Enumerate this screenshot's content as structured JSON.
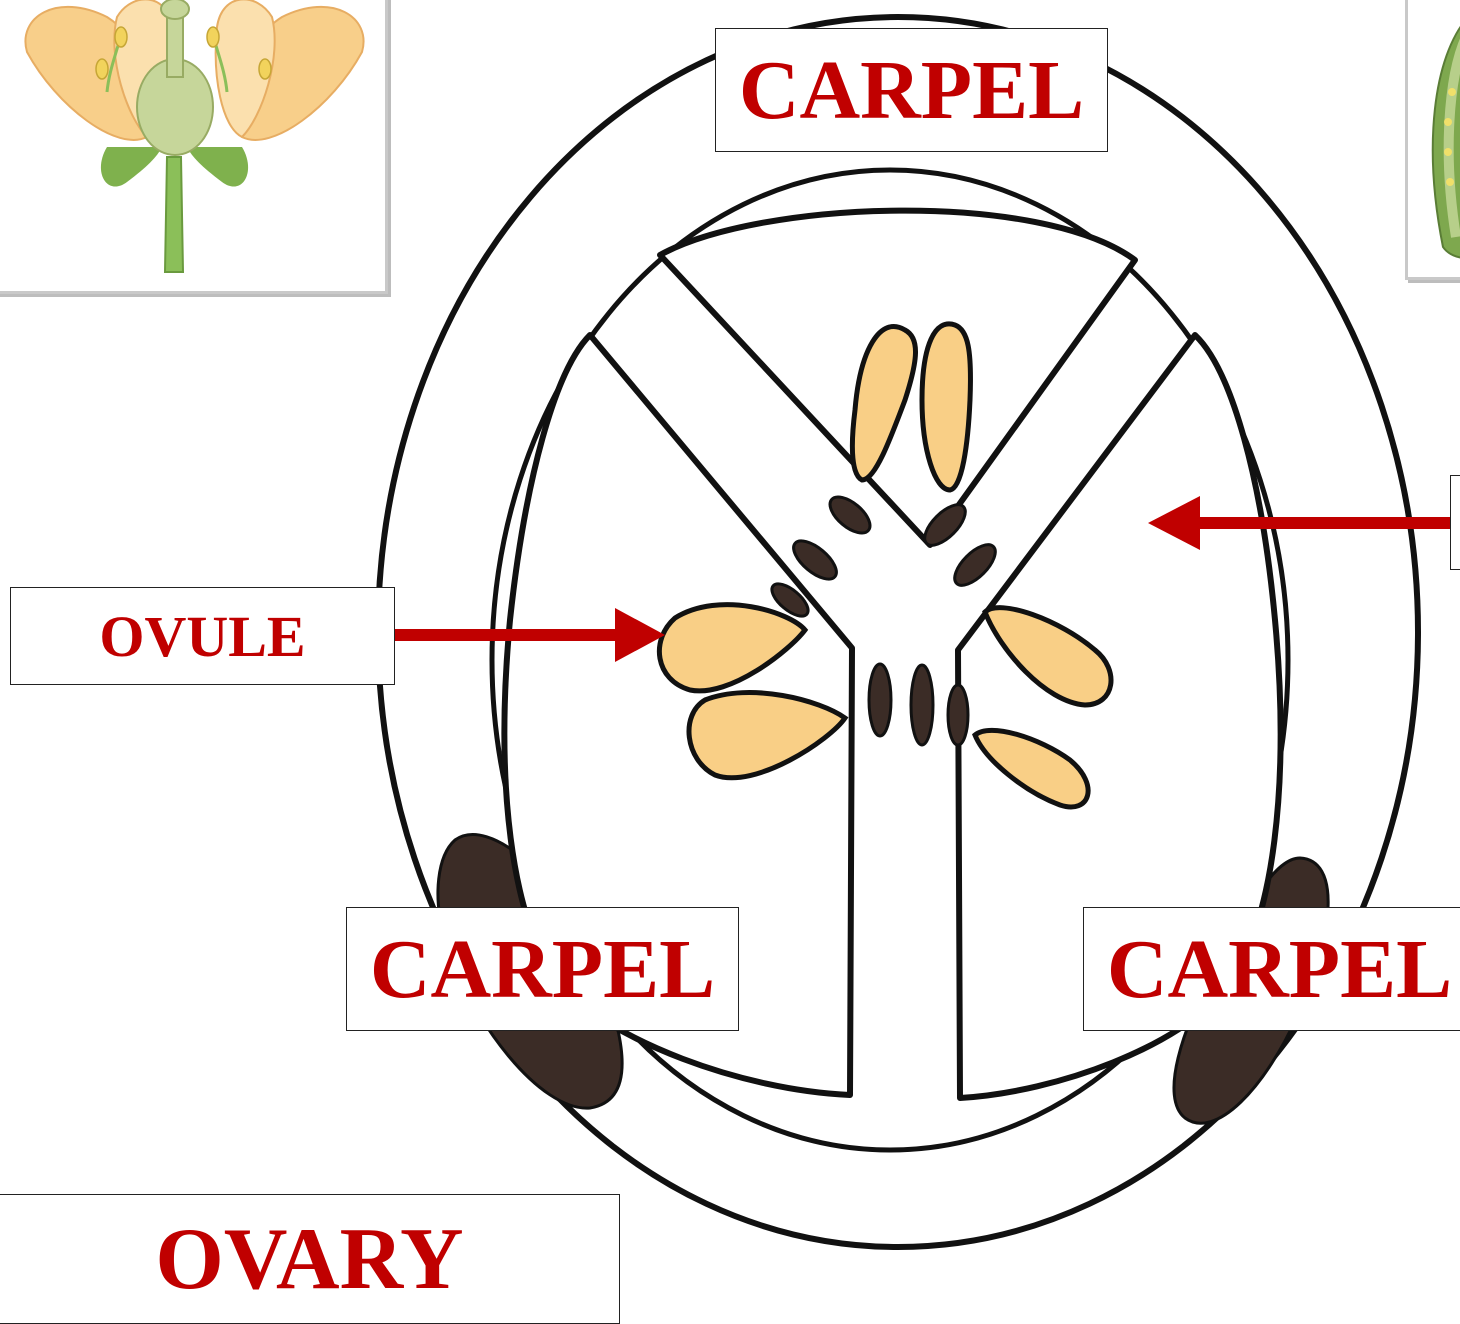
{
  "labels": {
    "carpel_top": "CARPEL",
    "carpel_left": "CARPEL",
    "carpel_right": "CARPEL",
    "ovule": "OVULE",
    "ovary": "OVARY"
  },
  "colors": {
    "label_text": "#c00000",
    "arrow": "#c00000",
    "ovule_fill": "#f9cf86",
    "dark_fill": "#3b2c26",
    "outline": "#111111"
  }
}
